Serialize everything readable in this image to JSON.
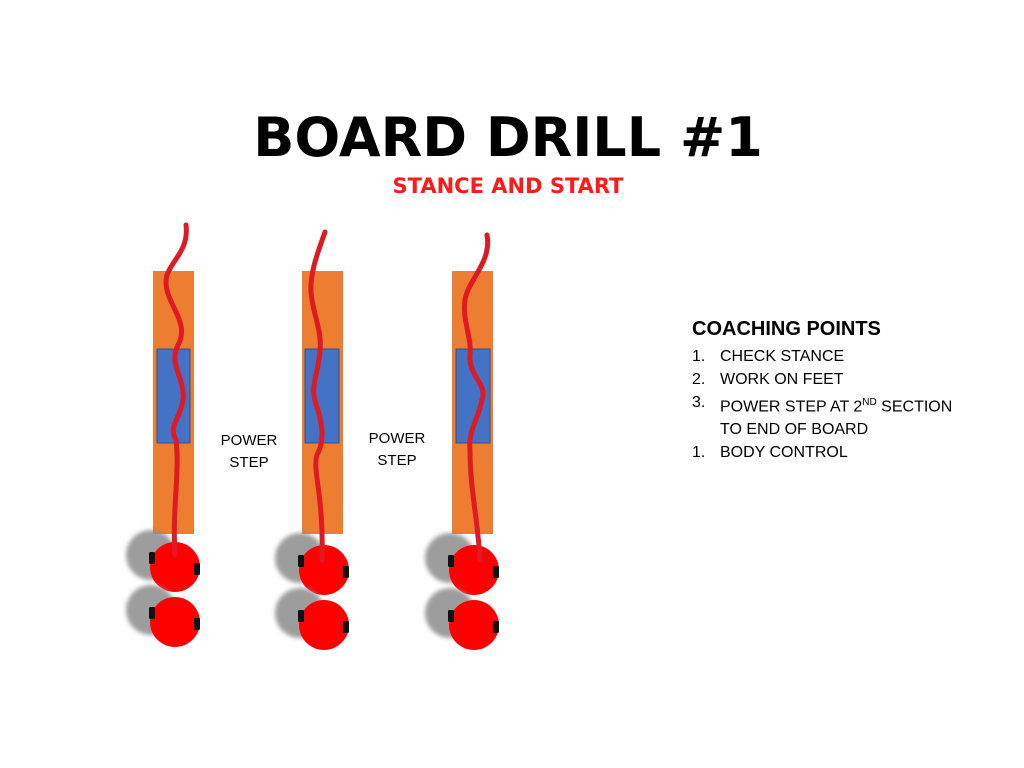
{
  "title": {
    "main": "BOARD DRILL",
    "number": "#1",
    "subtitle": "STANCE AND START"
  },
  "diagram": {
    "board_color": "#ed7d31",
    "section_color": "#4472c4",
    "player_color": "#ff0000",
    "path_color": "#e01a22",
    "shadow_color": "#8c8c8c",
    "board_count": 3,
    "labels": [
      {
        "line1": "POWER",
        "line2": "STEP"
      },
      {
        "line1": "POWER",
        "line2": "STEP"
      }
    ]
  },
  "coaching_points": {
    "heading": "COACHING POINTS",
    "items": [
      {
        "number": "1.",
        "text": "CHECK STANCE"
      },
      {
        "number": "2.",
        "text": "WORK ON FEET"
      },
      {
        "number": "3.",
        "text": "POWER STEP AT 2",
        "sup": "ND",
        "text_after": " SECTION",
        "continuation": "TO END OF BOARD"
      },
      {
        "number": "1.",
        "text": "BODY CONTROL"
      }
    ]
  }
}
